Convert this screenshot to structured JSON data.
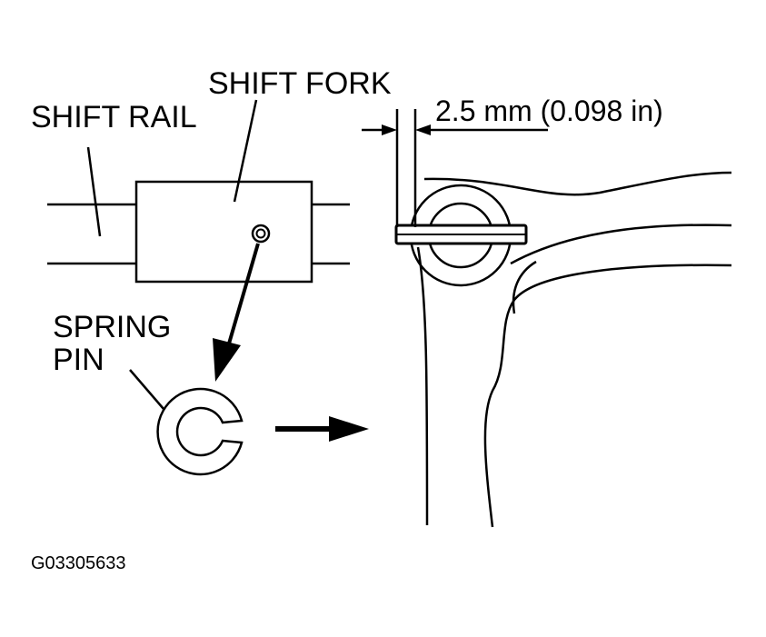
{
  "labels": {
    "shift_rail": "SHIFT RAIL",
    "shift_fork": "SHIFT FORK",
    "spring": "SPRING",
    "pin": "PIN",
    "dimension": "2.5 mm (0.098 in)",
    "figure_code": "G03305633"
  },
  "colors": {
    "ink": "#000000",
    "paper": "#ffffff"
  }
}
